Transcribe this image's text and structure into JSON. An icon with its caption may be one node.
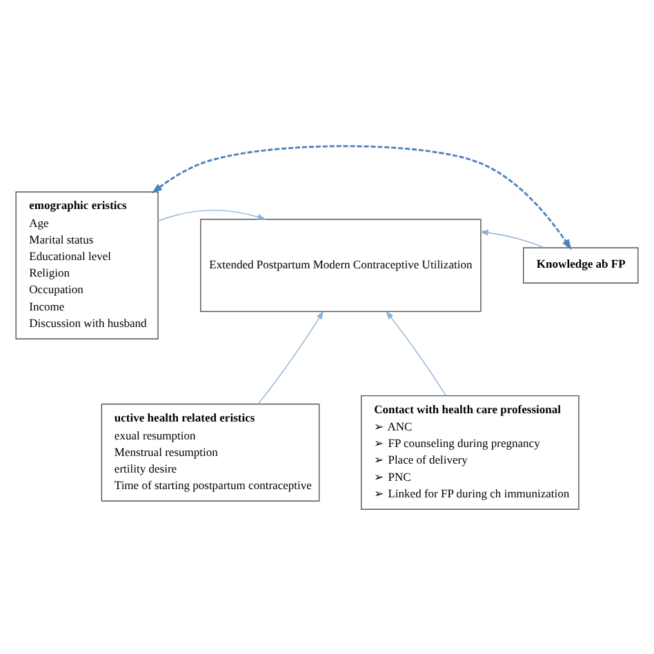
{
  "diagram": {
    "nodes": [
      {
        "text": [
          "emographic eristics",
          "Age",
          "Marital status",
          "Educational level",
          "Religion",
          "Occupation",
          "Income",
          "Discussion with husband"
        ]
      },
      {
        "text": [
          "Knowledge ab FP"
        ]
      },
      {
        "text": [
          "Extended Postpartum Modern Contraceptive Utilization"
        ]
      },
      {
        "text": [
          "uctive health related eristics",
          "exual resumption",
          "Menstrual resumption",
          "ertility desire",
          "Time of starting postpartum contraceptive"
        ]
      },
      {
        "text": [
          "Contact with health care professional",
          "➢ ANC",
          "➢ FP counseling during pregnancy",
          "➢ Place of delivery",
          "➢ PNC",
          "➢ Linked for FP during ch immunization"
        ]
      }
    ],
    "edges": [
      {
        "from": 0,
        "to": 2,
        "arrow": "to"
      },
      {
        "from": 1,
        "to": 2,
        "arrow": "to"
      },
      {
        "from": 3,
        "to": 2,
        "arrow": "to"
      },
      {
        "from": 4,
        "to": 2,
        "arrow": "to"
      },
      {
        "from": 0,
        "to": 1,
        "arrow": "both",
        "style": "dashed",
        "color": "#4f81bd"
      }
    ]
  }
}
